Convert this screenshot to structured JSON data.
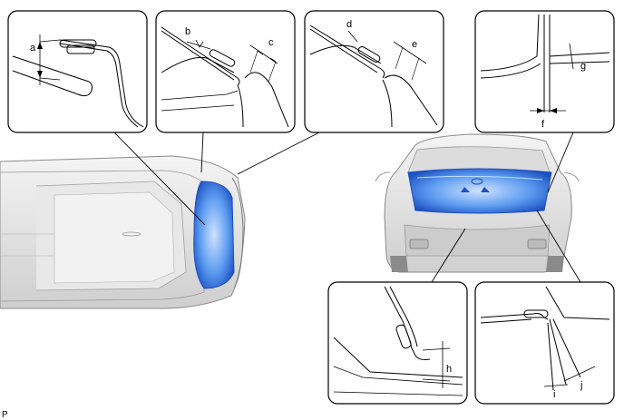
{
  "figure_id": "P",
  "callout_labels": [
    "a",
    "b",
    "c",
    "d",
    "e",
    "f",
    "g",
    "h",
    "i",
    "j"
  ],
  "colors": {
    "highlight_blue": "#2f6fd6",
    "highlight_light": "#cfe3ff",
    "line": "#000000",
    "car_gray": "#d8d8d8"
  }
}
